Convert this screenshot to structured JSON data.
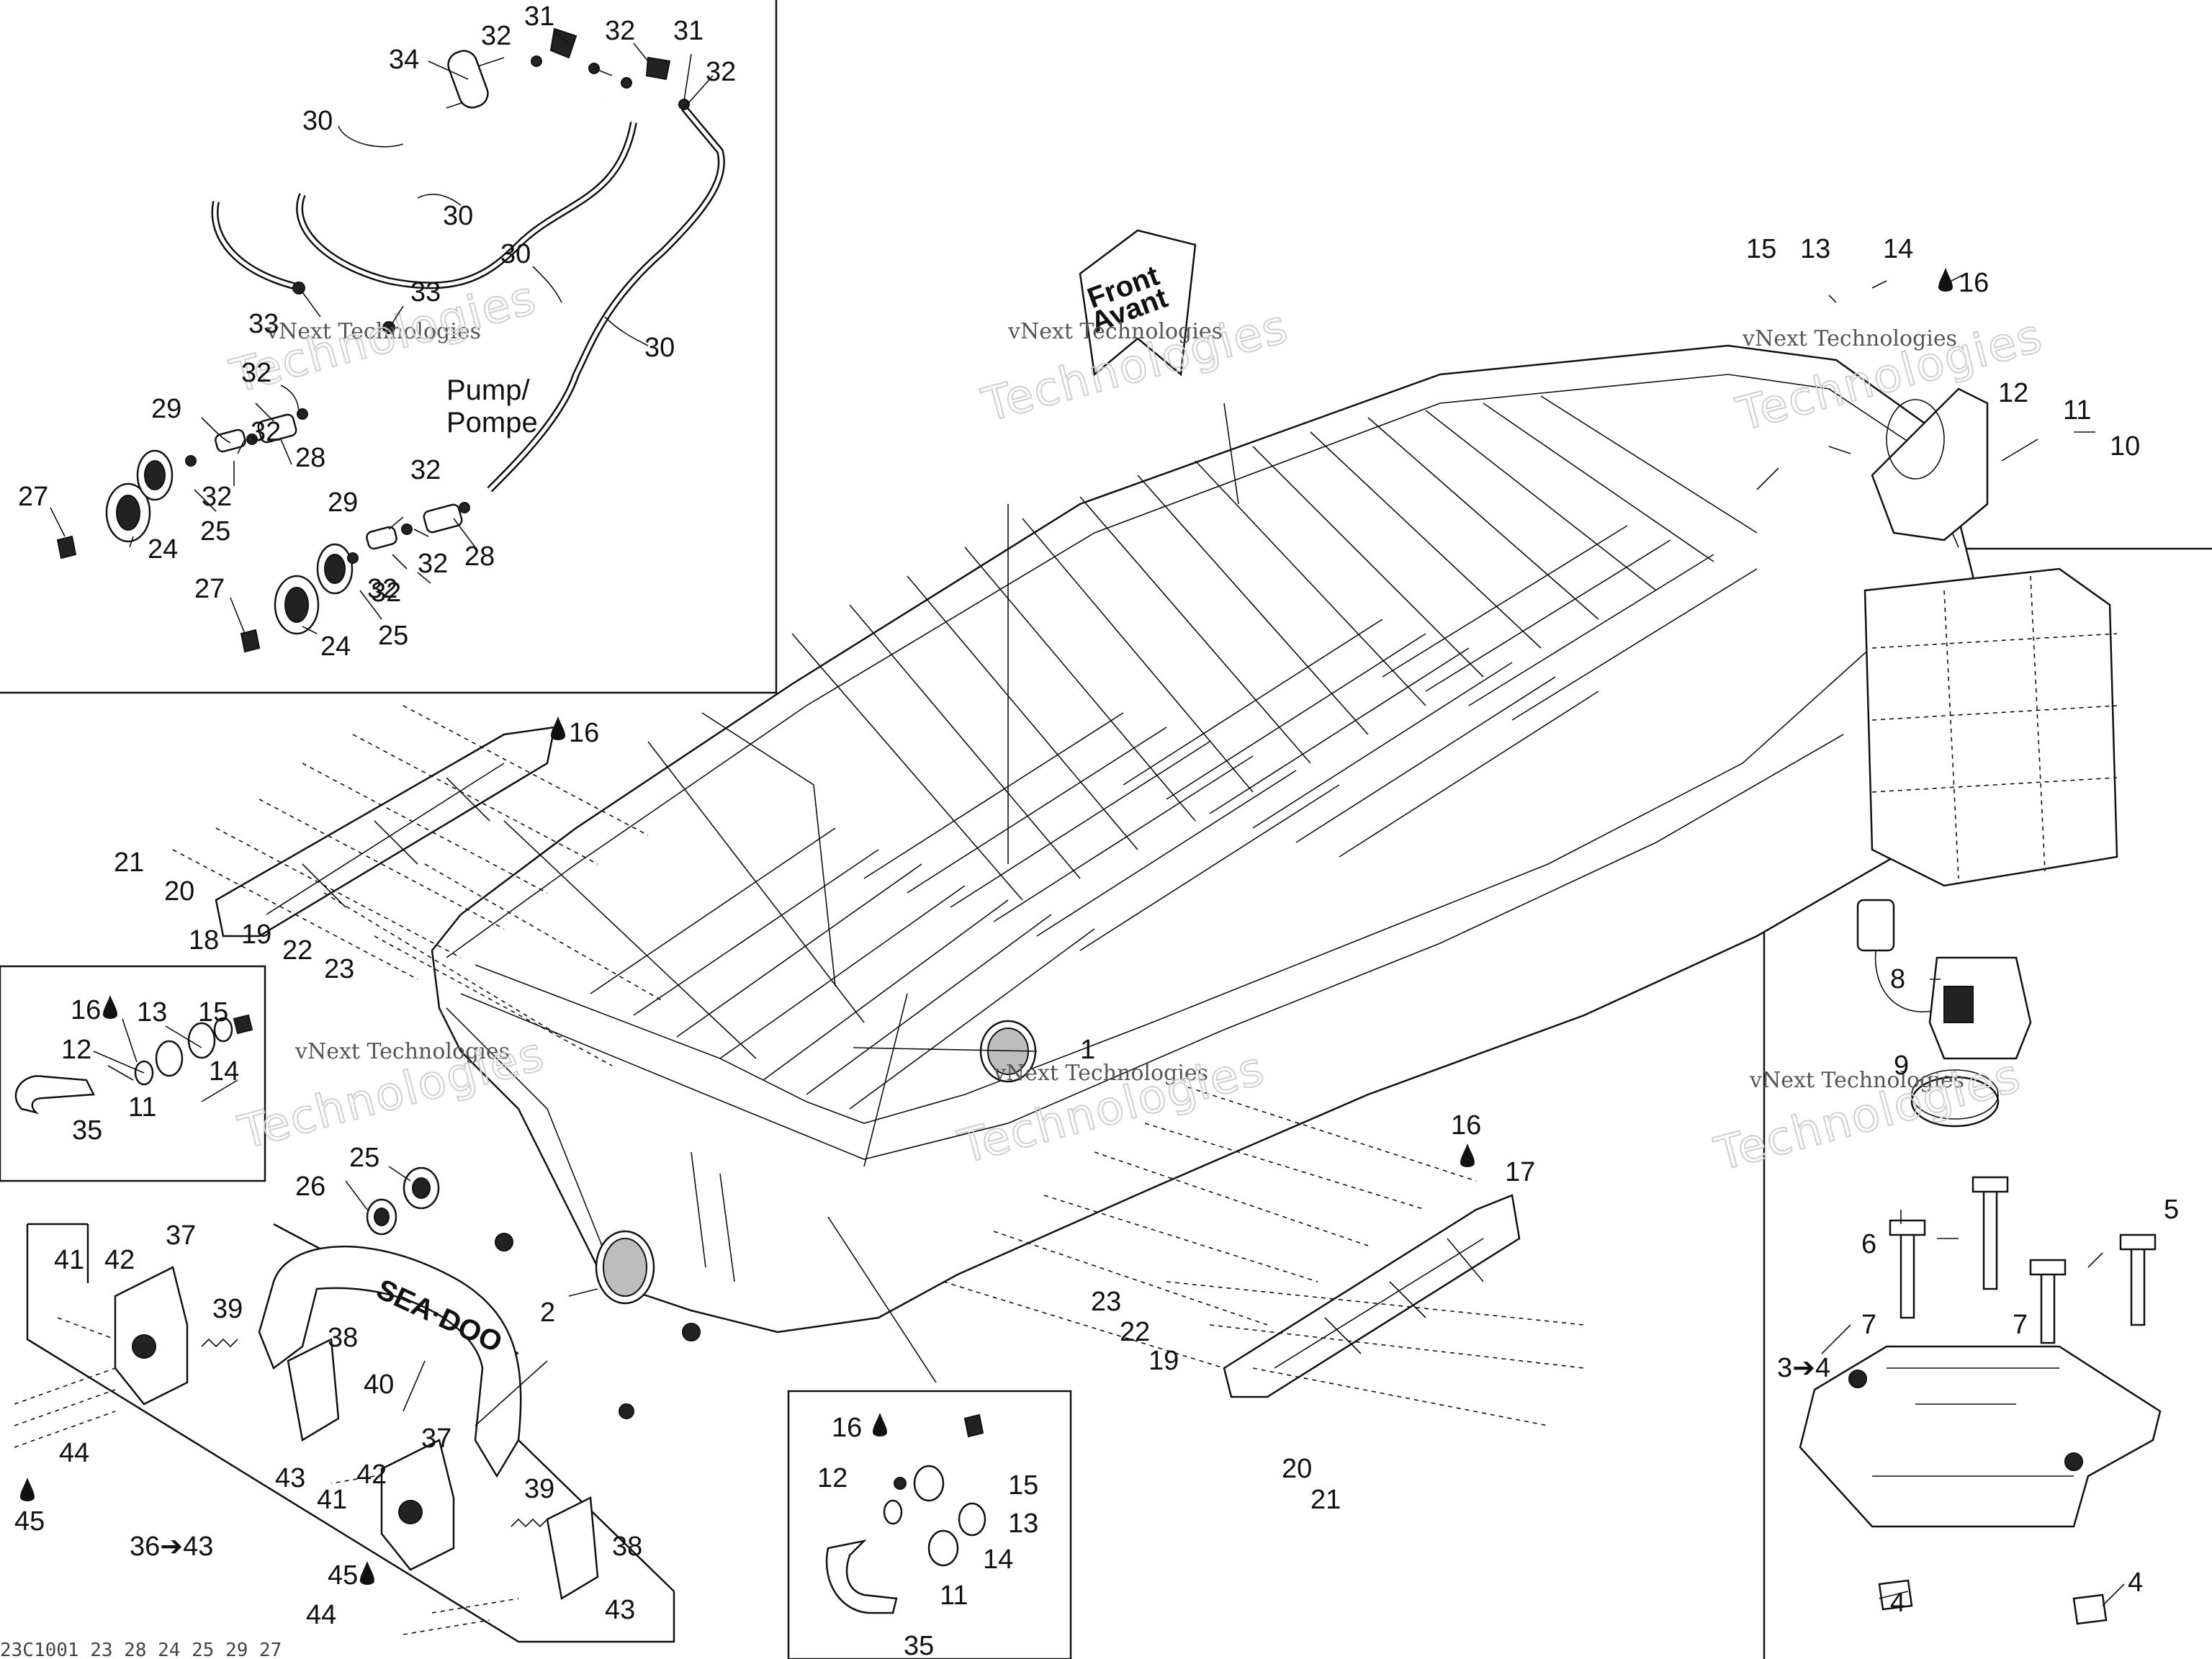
{
  "pump_label": [
    "Pump/",
    "Pompe"
  ],
  "front_label": [
    "Front",
    "Avant"
  ],
  "watermark_line1": "vNext Technologies",
  "watermark_line2": [
    "vNext",
    "Technologies"
  ],
  "footer_code": "23C1001_23_28_24_25_29_27",
  "callouts": [
    {
      "id": "c-31a",
      "text": "31"
    },
    {
      "id": "c-32a",
      "text": "32"
    },
    {
      "id": "c-32b",
      "text": "32"
    },
    {
      "id": "c-31b",
      "text": "31"
    },
    {
      "id": "c-34",
      "text": "34"
    },
    {
      "id": "c-32c",
      "text": "32"
    },
    {
      "id": "c-30a",
      "text": "30"
    },
    {
      "id": "c-30b",
      "text": "30"
    },
    {
      "id": "c-30c",
      "text": "30"
    },
    {
      "id": "c-30d",
      "text": "30"
    },
    {
      "id": "c-33a",
      "text": "33"
    },
    {
      "id": "c-33b",
      "text": "33"
    },
    {
      "id": "c-32d",
      "text": "32"
    },
    {
      "id": "c-29a",
      "text": "29"
    },
    {
      "id": "c-32e",
      "text": "32"
    },
    {
      "id": "c-28a",
      "text": "28"
    },
    {
      "id": "c-27a",
      "text": "27"
    },
    {
      "id": "c-32f",
      "text": "32"
    },
    {
      "id": "c-24a",
      "text": "24"
    },
    {
      "id": "c-25a",
      "text": "25"
    },
    {
      "id": "c-32g",
      "text": "32"
    },
    {
      "id": "c-29b",
      "text": "29"
    },
    {
      "id": "c-32h",
      "text": "32"
    },
    {
      "id": "c-28b",
      "text": "28"
    },
    {
      "id": "c-32i",
      "text": "32"
    },
    {
      "id": "c-27b",
      "text": "27"
    },
    {
      "id": "c-32j",
      "text": "32"
    },
    {
      "id": "c-24b",
      "text": "24"
    },
    {
      "id": "c-25b",
      "text": "25"
    },
    {
      "id": "c-16a",
      "text": "16"
    },
    {
      "id": "c-21a",
      "text": "21"
    },
    {
      "id": "c-20a",
      "text": "20"
    },
    {
      "id": "c-18",
      "text": "18"
    },
    {
      "id": "c-19a",
      "text": "19"
    },
    {
      "id": "c-22a",
      "text": "22"
    },
    {
      "id": "c-23a",
      "text": "23"
    },
    {
      "id": "c-16b",
      "text": "16"
    },
    {
      "id": "c-13a",
      "text": "13"
    },
    {
      "id": "c-15a",
      "text": "15"
    },
    {
      "id": "c-12a",
      "text": "12"
    },
    {
      "id": "c-14a",
      "text": "14"
    },
    {
      "id": "c-11a",
      "text": "11"
    },
    {
      "id": "c-35a",
      "text": "35"
    },
    {
      "id": "c-1",
      "text": "1"
    },
    {
      "id": "c-25c",
      "text": "25"
    },
    {
      "id": "c-26",
      "text": "26"
    },
    {
      "id": "c-2",
      "text": "2"
    },
    {
      "id": "c-41a",
      "text": "41"
    },
    {
      "id": "c-42a",
      "text": "42"
    },
    {
      "id": "c-37a",
      "text": "37"
    },
    {
      "id": "c-39a",
      "text": "39"
    },
    {
      "id": "c-38a",
      "text": "38"
    },
    {
      "id": "c-40",
      "text": "40"
    },
    {
      "id": "c-37b",
      "text": "37"
    },
    {
      "id": "c-42b",
      "text": "42"
    },
    {
      "id": "c-43a",
      "text": "43"
    },
    {
      "id": "c-41b",
      "text": "41"
    },
    {
      "id": "c-39b",
      "text": "39"
    },
    {
      "id": "c-38b",
      "text": "38"
    },
    {
      "id": "c-44a",
      "text": "44"
    },
    {
      "id": "c-45a",
      "text": "45"
    },
    {
      "id": "c-36-43",
      "text": "36➔43"
    },
    {
      "id": "c-45b",
      "text": "45"
    },
    {
      "id": "c-44b",
      "text": "44"
    },
    {
      "id": "c-43b",
      "text": "43"
    },
    {
      "id": "c-16c",
      "text": "16"
    },
    {
      "id": "c-12b",
      "text": "12"
    },
    {
      "id": "c-15b",
      "text": "15"
    },
    {
      "id": "c-13b",
      "text": "13"
    },
    {
      "id": "c-14b",
      "text": "14"
    },
    {
      "id": "c-11b",
      "text": "11"
    },
    {
      "id": "c-35b",
      "text": "35"
    },
    {
      "id": "c-16d",
      "text": "16"
    },
    {
      "id": "c-17",
      "text": "17"
    },
    {
      "id": "c-23b",
      "text": "23"
    },
    {
      "id": "c-22b",
      "text": "22"
    },
    {
      "id": "c-19b",
      "text": "19"
    },
    {
      "id": "c-20b",
      "text": "20"
    },
    {
      "id": "c-21b",
      "text": "21"
    },
    {
      "id": "c-15c",
      "text": "15"
    },
    {
      "id": "c-13c",
      "text": "13"
    },
    {
      "id": "c-14c",
      "text": "14"
    },
    {
      "id": "c-16e",
      "text": "16"
    },
    {
      "id": "c-12c",
      "text": "12"
    },
    {
      "id": "c-11c",
      "text": "11"
    },
    {
      "id": "c-10",
      "text": "10"
    },
    {
      "id": "c-8",
      "text": "8"
    },
    {
      "id": "c-9",
      "text": "9"
    },
    {
      "id": "c-6",
      "text": "6"
    },
    {
      "id": "c-5",
      "text": "5"
    },
    {
      "id": "c-7a",
      "text": "7"
    },
    {
      "id": "c-7b",
      "text": "7"
    },
    {
      "id": "c-3-4",
      "text": "3➔4"
    },
    {
      "id": "c-4a",
      "text": "4"
    },
    {
      "id": "c-4b",
      "text": "4"
    }
  ]
}
